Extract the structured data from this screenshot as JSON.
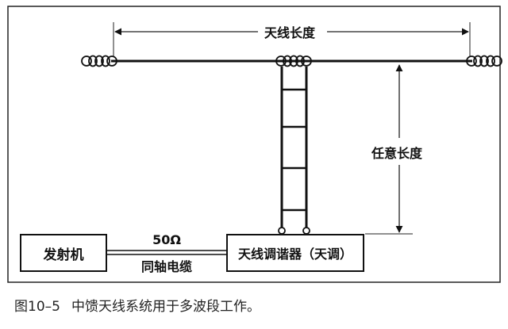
{
  "diagram": {
    "antenna_length_label": "天线长度",
    "any_length_label": "任意长度",
    "transmitter_label": "发射机",
    "coax_impedance_label": "50Ω",
    "coax_cable_label": "同轴电缆",
    "tuner_label": "天线调谐器（天调）"
  },
  "caption": {
    "figure_number": "图10–5",
    "text": "中馈天线系统用于多波段工作。"
  }
}
